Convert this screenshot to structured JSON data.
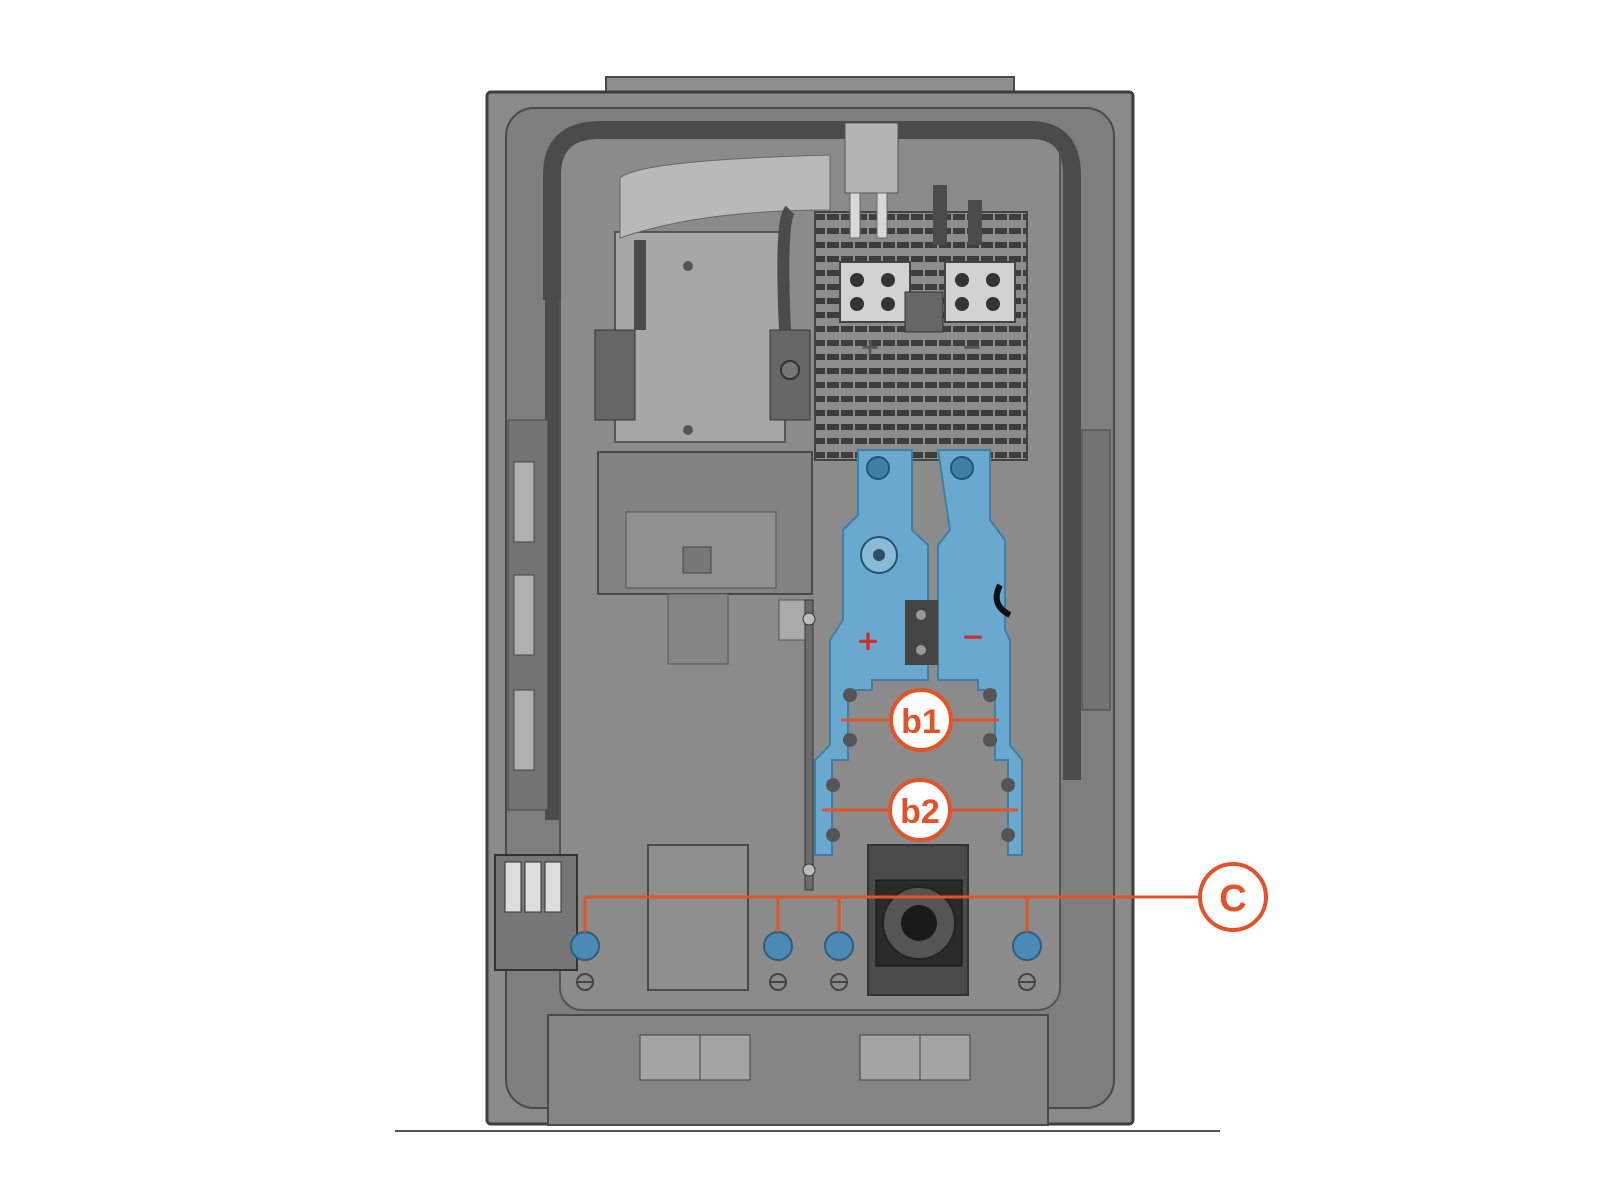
{
  "labels": {
    "busbar_positive_sign": "+",
    "busbar_negative_sign": "−",
    "upper_positive_sign": "+",
    "upper_negative_sign": "−",
    "callout_b1": "b1",
    "callout_b2": "b2",
    "callout_c": "C"
  },
  "colors": {
    "background": "#ffffff",
    "enclosure_dark": "#5a5a5a",
    "enclosure_mid": "#858585",
    "enclosure_light": "#a8a8a8",
    "highlight_blue": "#6aa9cf",
    "highlight_blue_dark": "#3f7fa6",
    "callout_orange": "#e2532a",
    "polarity_red": "#d42a2a"
  }
}
